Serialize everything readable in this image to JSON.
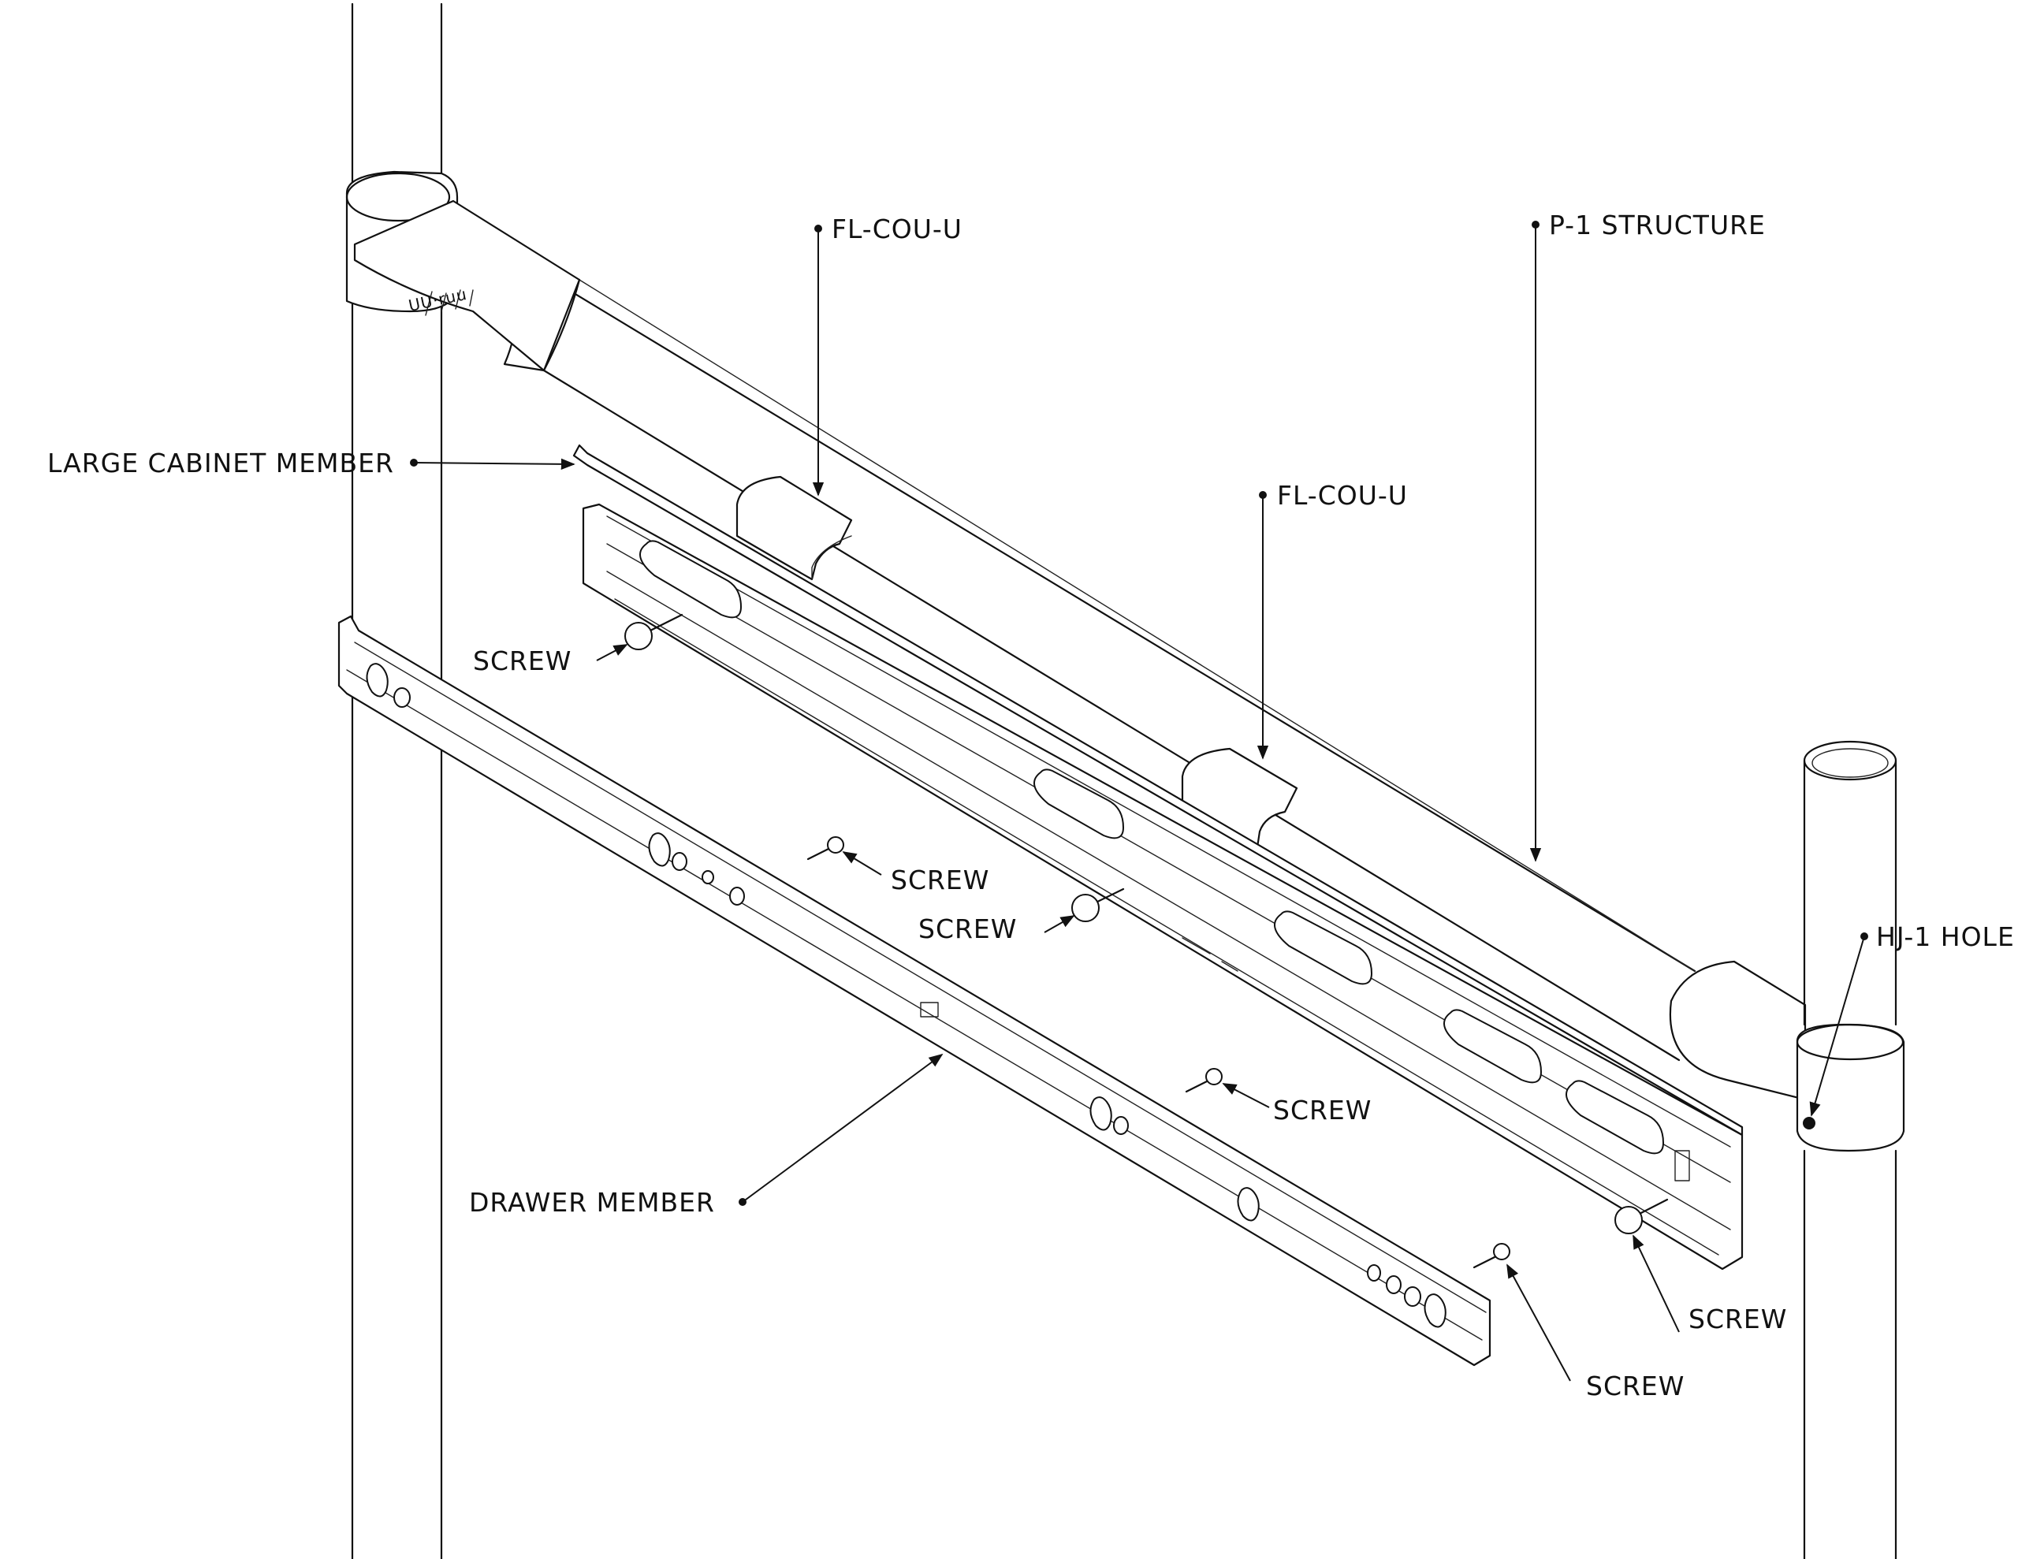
{
  "diagram": {
    "callouts": {
      "fl_cou_u_left": "FL-COU-U",
      "fl_cou_u_right": "FL-COU-U",
      "p1_structure": "P-1 STRUCTURE",
      "large_cabinet_member": "LARGE CABINET MEMBER",
      "hj1_hole": "HJ-1 HOLE",
      "drawer_member": "DRAWER MEMBER",
      "screw_1": "SCREW",
      "screw_2": "SCREW",
      "screw_3": "SCREW",
      "screw_4": "SCREW",
      "screw_5": "SCREW",
      "screw_6": "SCREW"
    }
  }
}
